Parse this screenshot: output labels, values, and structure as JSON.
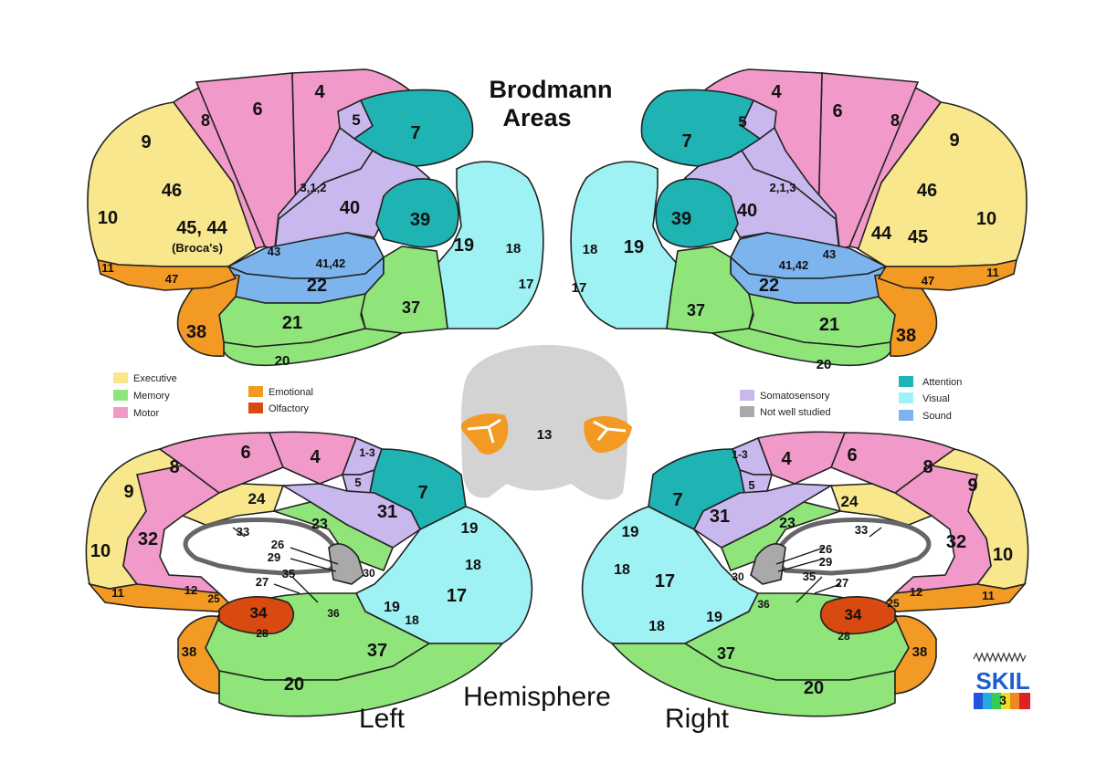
{
  "title_line1": "Brodmann",
  "title_line2": "Areas",
  "caption_left": "Left",
  "caption_center": "Hemisphere",
  "caption_right": "Right",
  "colors": {
    "executive": "#f8e78c",
    "memory": "#8fe57a",
    "motor": "#f19ac9",
    "emotional": "#f29a24",
    "olfactory": "#d84a10",
    "somatosensory": "#c9b8ee",
    "not_well_studied": "#a9a9a9",
    "attention": "#1fb3b3",
    "visual": "#9ef2f4",
    "sound": "#7eb4ee",
    "outline": "#222222"
  },
  "legend": {
    "executive": "Executive",
    "memory": "Memory",
    "motor": "Motor",
    "emotional": "Emotional",
    "olfactory": "Olfactory",
    "somatosensory": "Somatosensory",
    "not_well_studied": "Not well studied",
    "attention": "Attention",
    "visual": "Visual",
    "sound": "Sound"
  },
  "lateral_left": {
    "a4": "4",
    "a6": "6",
    "a8": "8",
    "a9": "9",
    "a10": "10",
    "a46": "46",
    "a4544": "45, 44",
    "brocas": "(Broca's)",
    "a11": "11",
    "a47": "47",
    "a5": "5",
    "a7": "7",
    "a312": "3,1,2",
    "a40": "40",
    "a39": "39",
    "a43": "43",
    "a4142": "41,42",
    "a22": "22",
    "a19": "19",
    "a18": "18",
    "a17": "17",
    "a37": "37",
    "a21": "21",
    "a38": "38",
    "a20": "20"
  },
  "lateral_right": {
    "a4": "4",
    "a6": "6",
    "a8": "8",
    "a9": "9",
    "a10": "10",
    "a46": "46",
    "a44": "44",
    "a45": "45",
    "a11": "11",
    "a47": "47",
    "a5": "5",
    "a7": "7",
    "a213": "2,1,3",
    "a40": "40",
    "a39": "39",
    "a43": "43",
    "a4142": "41,42",
    "a22": "22",
    "a19": "19",
    "a18": "18",
    "a17": "17",
    "a37": "37",
    "a21": "21",
    "a38": "38",
    "a20": "20"
  },
  "insula": {
    "a13": "13"
  },
  "medial_left": {
    "a6": "6",
    "a4": "4",
    "a13": "1-3",
    "a8": "8",
    "a5": "5",
    "a7": "7",
    "a9": "9",
    "a24": "24",
    "a31": "31",
    "a33": "33",
    "a32": "32",
    "a23": "23",
    "a19a": "19",
    "a10": "10",
    "a26": "26",
    "a29": "29",
    "a18a": "18",
    "a30": "30",
    "a35": "35",
    "a27": "27",
    "a17": "17",
    "a11": "11",
    "a12": "12",
    "a25": "25",
    "a34": "34",
    "a36": "36",
    "a19b": "19",
    "a18b": "18",
    "a28": "28",
    "a38": "38",
    "a37": "37",
    "a20": "20"
  },
  "medial_right": {
    "a13": "1-3",
    "a4": "4",
    "a6": "6",
    "a8": "8",
    "a5": "5",
    "a7": "7",
    "a9": "9",
    "a24": "24",
    "a31": "31",
    "a23": "23",
    "a33": "33",
    "a19a": "19",
    "a26": "26",
    "a29": "29",
    "a32": "32",
    "a10": "10",
    "a18a": "18",
    "a17": "17",
    "a30": "30",
    "a35": "35",
    "a27": "27",
    "a12": "12",
    "a11": "11",
    "a25": "25",
    "a34": "34",
    "a36": "36",
    "a18b": "18",
    "a19b": "19",
    "a28": "28",
    "a37": "37",
    "a38": "38",
    "a20": "20"
  },
  "logo": {
    "name": "SKIL",
    "number": "3"
  }
}
